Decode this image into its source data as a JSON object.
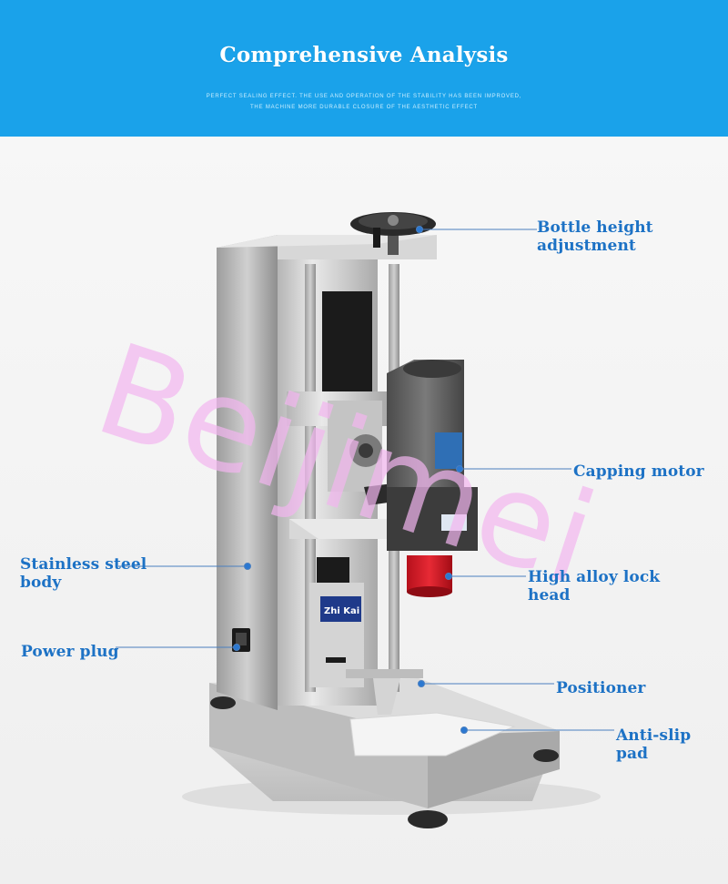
{
  "header": {
    "title": "Comprehensive Analysis",
    "subtitle_line1": "PERFECT SEALING EFFECT. THE USE AND OPERATION OF THE STABILITY HAS BEEN IMPROVED,",
    "subtitle_line2": "THE MACHINE MORE DURABLE CLOSURE OF THE AESTHETIC EFFECT"
  },
  "labels": {
    "bottle_height_line1": "Bottle height",
    "bottle_height_line2": "adjustment",
    "capping_motor": "Capping motor",
    "stainless_line1": "Stainless steel",
    "stainless_line2": "body",
    "high_alloy_line1": "High alloy lock",
    "high_alloy_line2": "head",
    "power_plug": "Power plug",
    "positioner": "Positioner",
    "anti_slip_line1": "Anti-slip",
    "anti_slip_line2": "pad"
  },
  "machine": {
    "brand_plate": "Zhi Kai",
    "watermark": "Beijimei"
  },
  "colors": {
    "header_blue": "#1aa2ea",
    "label_blue": "#1d72c5",
    "watermark_pink": "#f3b6f0"
  }
}
